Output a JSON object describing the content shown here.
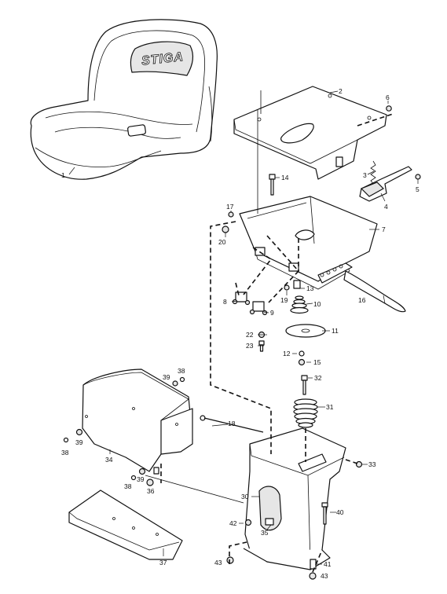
{
  "diagram": {
    "brand_logo": "STIGA",
    "callouts": [
      {
        "id": "c1",
        "label": "1"
      },
      {
        "id": "c2",
        "label": "2"
      },
      {
        "id": "c3",
        "label": "3"
      },
      {
        "id": "c4",
        "label": "4"
      },
      {
        "id": "c5",
        "label": "5"
      },
      {
        "id": "c6",
        "label": "6"
      },
      {
        "id": "c7",
        "label": "7"
      },
      {
        "id": "c8",
        "label": "8"
      },
      {
        "id": "c9",
        "label": "9"
      },
      {
        "id": "c10",
        "label": "10"
      },
      {
        "id": "c11",
        "label": "11"
      },
      {
        "id": "c12",
        "label": "12"
      },
      {
        "id": "c13",
        "label": "13"
      },
      {
        "id": "c14",
        "label": "14"
      },
      {
        "id": "c15",
        "label": "15"
      },
      {
        "id": "c16",
        "label": "16"
      },
      {
        "id": "c17",
        "label": "17"
      },
      {
        "id": "c18",
        "label": "18"
      },
      {
        "id": "c19",
        "label": "19"
      },
      {
        "id": "c20",
        "label": "20"
      },
      {
        "id": "c22",
        "label": "22"
      },
      {
        "id": "c23",
        "label": "23"
      },
      {
        "id": "c30",
        "label": "30"
      },
      {
        "id": "c31",
        "label": "31"
      },
      {
        "id": "c32",
        "label": "32"
      },
      {
        "id": "c33",
        "label": "33"
      },
      {
        "id": "c34",
        "label": "34"
      },
      {
        "id": "c35",
        "label": "35"
      },
      {
        "id": "c36",
        "label": "36"
      },
      {
        "id": "c37",
        "label": "37"
      },
      {
        "id": "c38a",
        "label": "38"
      },
      {
        "id": "c39a",
        "label": "39"
      },
      {
        "id": "c38b",
        "label": "38"
      },
      {
        "id": "c39b",
        "label": "39"
      },
      {
        "id": "c38c",
        "label": "38"
      },
      {
        "id": "c39c",
        "label": "39"
      },
      {
        "id": "c40",
        "label": "40"
      },
      {
        "id": "c41",
        "label": "41"
      },
      {
        "id": "c42",
        "label": "42"
      },
      {
        "id": "c43a",
        "label": "43"
      },
      {
        "id": "c43b",
        "label": "43"
      }
    ]
  }
}
